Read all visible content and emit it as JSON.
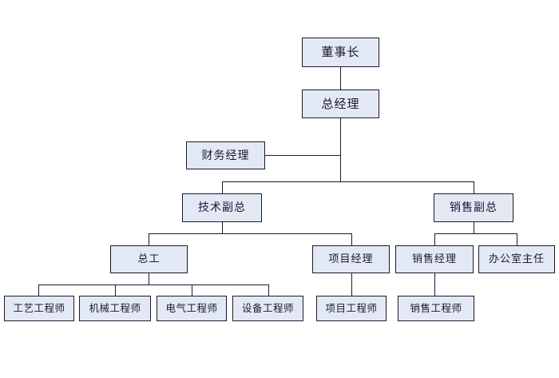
{
  "chart_data": {
    "type": "diagram",
    "title": "",
    "diagram_kind": "organizational-chart",
    "orientation": "top-down",
    "colors": {
      "node_fill": "#e3e9f4",
      "node_border": "#1b1b2b",
      "connector": "#1b1b2b",
      "text": "#1a1a2e",
      "background": "#ffffff"
    },
    "nodes": [
      {
        "id": "chairman",
        "label": "董事长",
        "level": 1,
        "parent": null
      },
      {
        "id": "gm",
        "label": "总经理",
        "level": 2,
        "parent": "chairman"
      },
      {
        "id": "finance_mgr",
        "label": "财务经理",
        "level": 3,
        "parent": "gm"
      },
      {
        "id": "tech_vp",
        "label": "技术副总",
        "level": 3,
        "parent": "gm"
      },
      {
        "id": "sales_vp",
        "label": "销售副总",
        "level": 3,
        "parent": "gm"
      },
      {
        "id": "chief_eng",
        "label": "总工",
        "level": 4,
        "parent": "tech_vp"
      },
      {
        "id": "project_mgr",
        "label": "项目经理",
        "level": 4,
        "parent": "tech_vp"
      },
      {
        "id": "sales_mgr",
        "label": "销售经理",
        "level": 4,
        "parent": "sales_vp"
      },
      {
        "id": "office_dir",
        "label": "办公室主任",
        "level": 4,
        "parent": "sales_vp"
      },
      {
        "id": "process_eng",
        "label": "工艺工程师",
        "level": 5,
        "parent": "chief_eng"
      },
      {
        "id": "mech_eng",
        "label": "机械工程师",
        "level": 5,
        "parent": "chief_eng"
      },
      {
        "id": "elec_eng",
        "label": "电气工程师",
        "level": 5,
        "parent": "chief_eng"
      },
      {
        "id": "equip_eng",
        "label": "设备工程师",
        "level": 5,
        "parent": "chief_eng"
      },
      {
        "id": "project_eng",
        "label": "项目工程师",
        "level": 5,
        "parent": "project_mgr"
      },
      {
        "id": "sales_eng",
        "label": "销售工程师",
        "level": 5,
        "parent": "sales_mgr"
      }
    ],
    "edges": [
      {
        "from": "chairman",
        "to": "gm"
      },
      {
        "from": "gm",
        "to": "finance_mgr"
      },
      {
        "from": "gm",
        "to": "tech_vp"
      },
      {
        "from": "gm",
        "to": "sales_vp"
      },
      {
        "from": "tech_vp",
        "to": "chief_eng"
      },
      {
        "from": "tech_vp",
        "to": "project_mgr"
      },
      {
        "from": "sales_vp",
        "to": "sales_mgr"
      },
      {
        "from": "sales_vp",
        "to": "office_dir"
      },
      {
        "from": "chief_eng",
        "to": "process_eng"
      },
      {
        "from": "chief_eng",
        "to": "mech_eng"
      },
      {
        "from": "chief_eng",
        "to": "elec_eng"
      },
      {
        "from": "chief_eng",
        "to": "equip_eng"
      },
      {
        "from": "project_mgr",
        "to": "project_eng"
      },
      {
        "from": "sales_mgr",
        "to": "sales_eng"
      }
    ]
  },
  "nodes": {
    "chairman": {
      "label": "董事长"
    },
    "gm": {
      "label": "总经理"
    },
    "finance_mgr": {
      "label": "财务经理"
    },
    "tech_vp": {
      "label": "技术副总"
    },
    "sales_vp": {
      "label": "销售副总"
    },
    "chief_eng": {
      "label": "总工"
    },
    "project_mgr": {
      "label": "项目经理"
    },
    "sales_mgr": {
      "label": "销售经理"
    },
    "office_dir": {
      "label": "办公室主任"
    },
    "process_eng": {
      "label": "工艺工程师"
    },
    "mech_eng": {
      "label": "机械工程师"
    },
    "elec_eng": {
      "label": "电气工程师"
    },
    "equip_eng": {
      "label": "设备工程师"
    },
    "project_eng": {
      "label": "项目工程师"
    },
    "sales_eng": {
      "label": "销售工程师"
    }
  }
}
